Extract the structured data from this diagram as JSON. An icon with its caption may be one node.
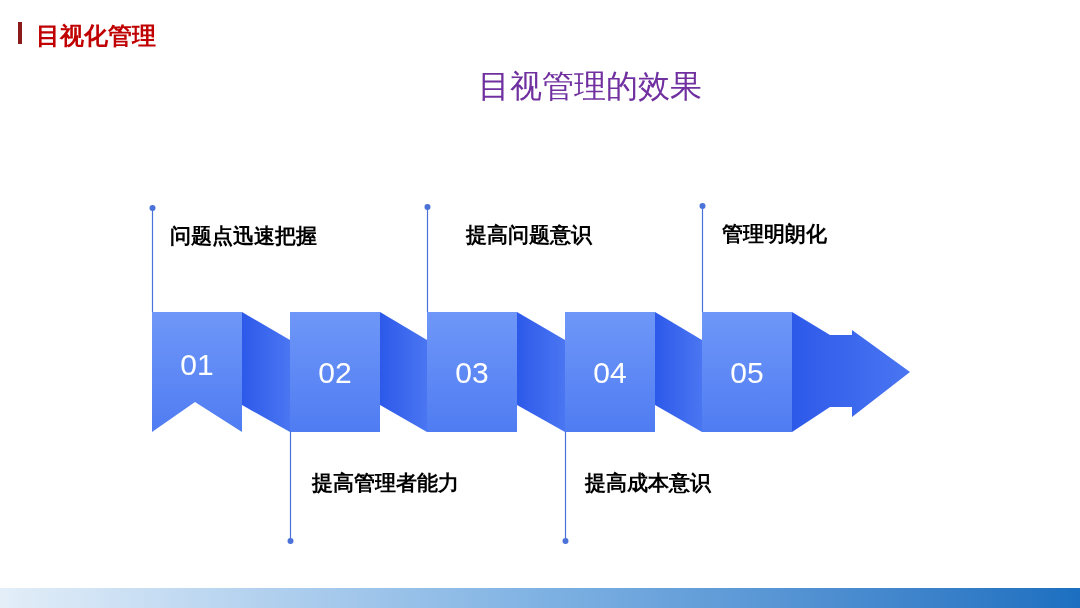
{
  "diagram": {
    "title": "目视管理的效果",
    "nodes": [
      {
        "text": [
          "01"
        ]
      },
      {
        "text": [
          "02"
        ]
      },
      {
        "text": [
          "03"
        ]
      },
      {
        "text": [
          "04"
        ]
      },
      {
        "text": [
          "05"
        ]
      },
      {
        "text": [
          "问题点迅速把握"
        ]
      },
      {
        "text": [
          "提高管理者能力"
        ]
      },
      {
        "text": [
          "提高问题意识"
        ]
      },
      {
        "text": [
          "提高成本意识"
        ]
      },
      {
        "text": [
          "管理明朗化"
        ]
      }
    ],
    "edges": [
      {
        "from": 5,
        "to": 0,
        "arrow": "other"
      },
      {
        "from": 6,
        "to": 1,
        "arrow": "other"
      },
      {
        "from": 7,
        "to": 2,
        "arrow": "other"
      },
      {
        "from": 8,
        "to": 3,
        "arrow": "other"
      },
      {
        "from": 9,
        "to": 4,
        "arrow": "other"
      }
    ],
    "labels": [
      "目视化管理"
    ]
  }
}
